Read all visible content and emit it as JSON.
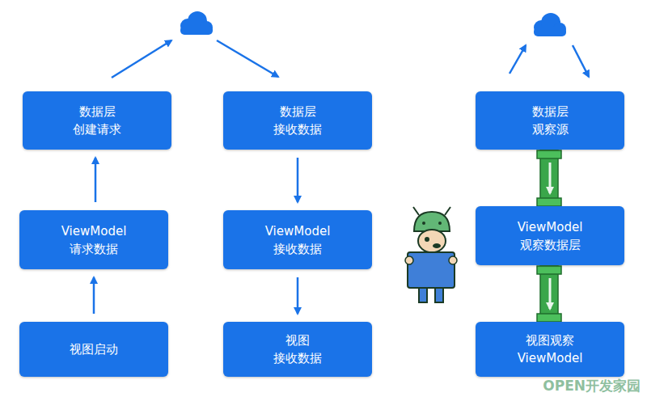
{
  "diagram": {
    "nodes": [
      {
        "text": [
          "数据层",
          "创建请求"
        ]
      },
      {
        "text": [
          "数据层",
          "接收数据"
        ]
      },
      {
        "text": [
          "数据层",
          "观察源"
        ]
      },
      {
        "text": [
          "ViewModel",
          "请求数据"
        ]
      },
      {
        "text": [
          "ViewModel",
          "接收数据"
        ]
      },
      {
        "text": [
          "ViewModel",
          "观察数据层"
        ]
      },
      {
        "text": [
          "视图启动"
        ]
      },
      {
        "text": [
          "视图",
          "接收数据"
        ]
      },
      {
        "text": [
          "视图观察",
          "ViewModel"
        ]
      }
    ],
    "edges": [
      {
        "from": 6,
        "to": 3,
        "arrow": "to"
      },
      {
        "from": 3,
        "to": 0,
        "arrow": "to"
      },
      {
        "from": 1,
        "to": 4,
        "arrow": "to"
      },
      {
        "from": 4,
        "to": 7,
        "arrow": "to"
      },
      {
        "from": 2,
        "to": 5,
        "arrow": "to"
      },
      {
        "from": 5,
        "to": 8,
        "arrow": "to"
      }
    ],
    "labels": [
      "OPEN开发家园"
    ]
  }
}
